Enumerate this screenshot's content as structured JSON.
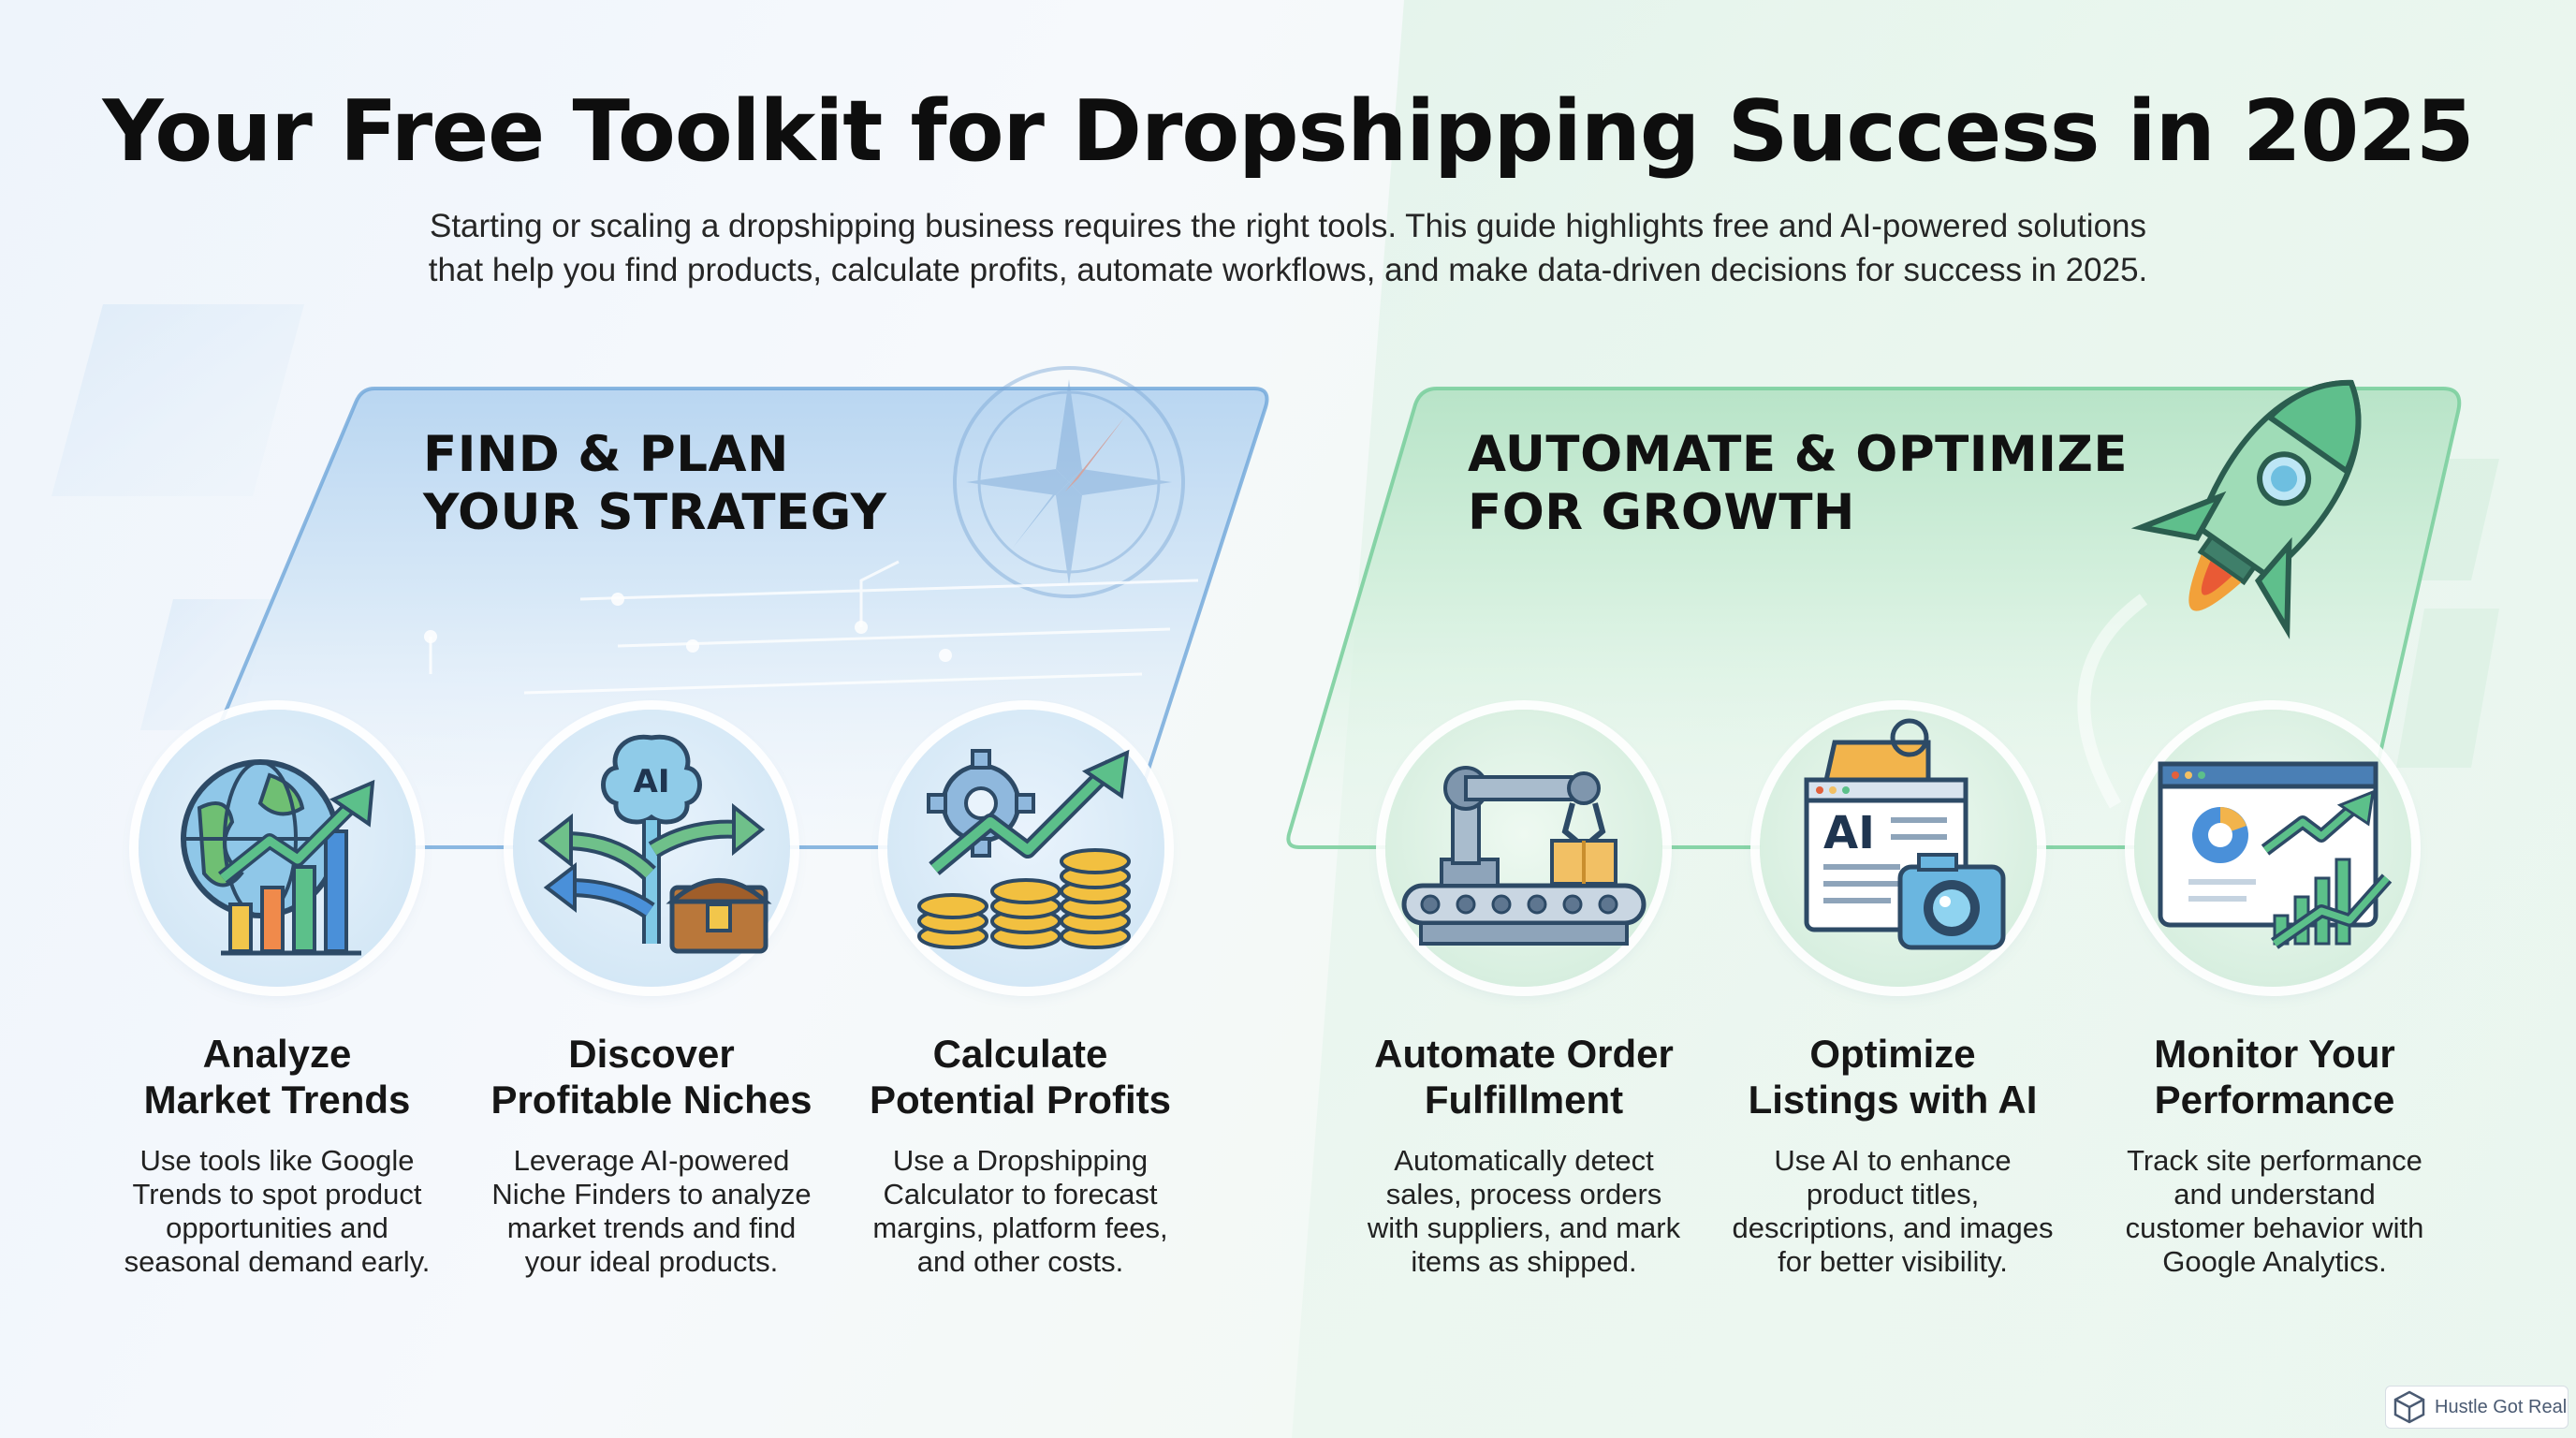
{
  "page": {
    "title": "Your Free Toolkit for Dropshipping Success in 2025",
    "subtitle_lines": [
      "Starting or scaling a dropshipping business requires the right tools. This guide highlights free and AI-powered solutions",
      "that help you find products, calculate profits, automate workflows, and make data-driven decisions for success in 2025."
    ]
  },
  "sections": [
    {
      "title_lines": [
        "FIND & PLAN",
        "YOUR STRATEGY"
      ],
      "color": "#5b9bd5",
      "cards": [
        {
          "icon": "globe-growth-chart-icon",
          "title_lines": [
            "Analyze",
            "Market Trends"
          ],
          "desc_lines": [
            "Use tools like Google",
            "Trends to spot product",
            "opportunities and",
            "seasonal demand early."
          ]
        },
        {
          "icon": "ai-brain-paths-icon",
          "icon_text": "AI",
          "title_lines": [
            "Discover",
            "Profitable Niches"
          ],
          "desc_lines": [
            "Leverage AI-powered",
            "Niche Finders to analyze",
            "market trends and find",
            "your ideal products."
          ]
        },
        {
          "icon": "coins-gear-chart-icon",
          "title_lines": [
            "Calculate",
            "Potential Profits"
          ],
          "desc_lines": [
            "Use a Dropshipping",
            "Calculator to forecast",
            "margins, platform fees,",
            "and other costs."
          ]
        }
      ]
    },
    {
      "title_lines": [
        "AUTOMATE & OPTIMIZE",
        "FOR GROWTH"
      ],
      "color": "#5cc08a",
      "cards": [
        {
          "icon": "robot-arm-conveyor-icon",
          "title_lines": [
            "Automate Order",
            "Fulfillment"
          ],
          "desc_lines": [
            "Automatically detect",
            "sales, process orders",
            "with suppliers, and mark",
            "items as shipped."
          ]
        },
        {
          "icon": "ai-listing-camera-icon",
          "icon_text": "AI",
          "title_lines": [
            "Optimize",
            "Listings with AI"
          ],
          "desc_lines": [
            "Use AI to enhance",
            "product titles,",
            "descriptions, and images",
            "for better visibility."
          ]
        },
        {
          "icon": "analytics-dashboard-icon",
          "title_lines": [
            "Monitor Your",
            "Performance"
          ],
          "desc_lines": [
            "Track site performance",
            "and understand",
            "customer behavior with",
            "Google Analytics."
          ]
        }
      ]
    }
  ],
  "brand": {
    "label": "Hustle Got Real",
    "icon": "cube-logo-icon"
  },
  "colors": {
    "blue_accent": "#4a90d9",
    "green_accent": "#3fae6e",
    "orange": "#f0a235",
    "gold": "#e9b43c"
  }
}
